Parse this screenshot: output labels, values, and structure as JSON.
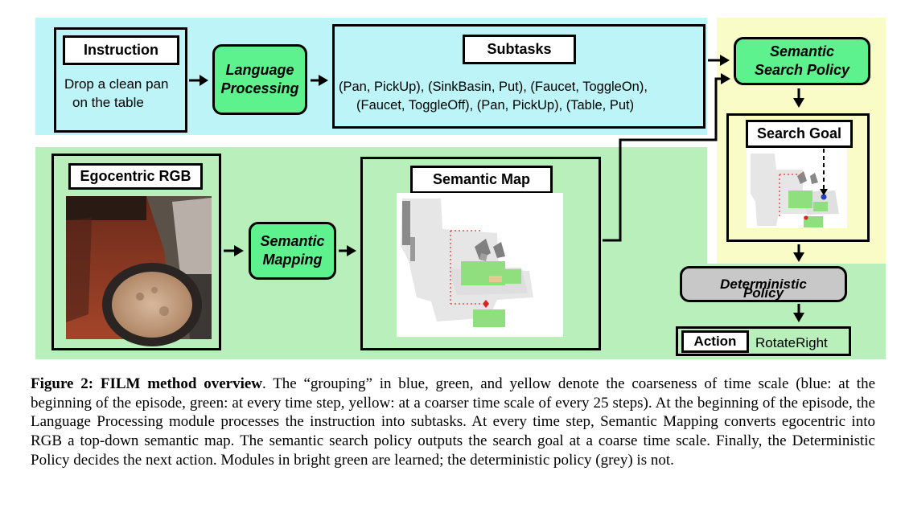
{
  "instruction": {
    "label": "Instruction",
    "text_line1": "Drop a clean pan",
    "text_line2": "on the table"
  },
  "language_processing": {
    "line1": "Language",
    "line2": "Processing"
  },
  "subtasks": {
    "label": "Subtasks",
    "line1": "(Pan, PickUp), (SinkBasin, Put), (Faucet, ToggleOn),",
    "line2": "(Faucet, ToggleOff), (Pan, PickUp), (Table, Put)"
  },
  "egocentric": {
    "label": "Egocentric RGB"
  },
  "semantic_mapping": {
    "line1": "Semantic",
    "line2": "Mapping"
  },
  "semantic_map": {
    "label": "Semantic Map"
  },
  "semantic_search_policy": {
    "line1": "Semantic",
    "line2": "Search Policy"
  },
  "search_goal": {
    "label": "Search Goal"
  },
  "deterministic_policy": {
    "line1": "Deterministic",
    "line2": "Policy"
  },
  "action": {
    "label": "Action",
    "value": "RotateRight"
  },
  "colors": {
    "blue_group": "#bdf4f7",
    "green_group": "#b9efbb",
    "yellow_group": "#fafcc8",
    "learned_module": "#5df28e",
    "deterministic_module": "#c8c8c8"
  },
  "caption": {
    "title": "Figure 2: FILM method overview",
    "body": ". The “grouping” in blue, green, and yellow denote the coarseness of time scale (blue: at the beginning of the episode, green: at every time step, yellow: at a coarser time scale of every 25 steps). At the beginning of the episode, the Language Processing module processes the instruction into subtasks. At every time step, Semantic Mapping converts egocentric into RGB a top-down semantic map. The semantic search policy outputs the search goal at a coarse time scale. Finally, the Deterministic Policy decides the next action. Modules in bright green are learned; the deterministic policy (grey) is not."
  }
}
